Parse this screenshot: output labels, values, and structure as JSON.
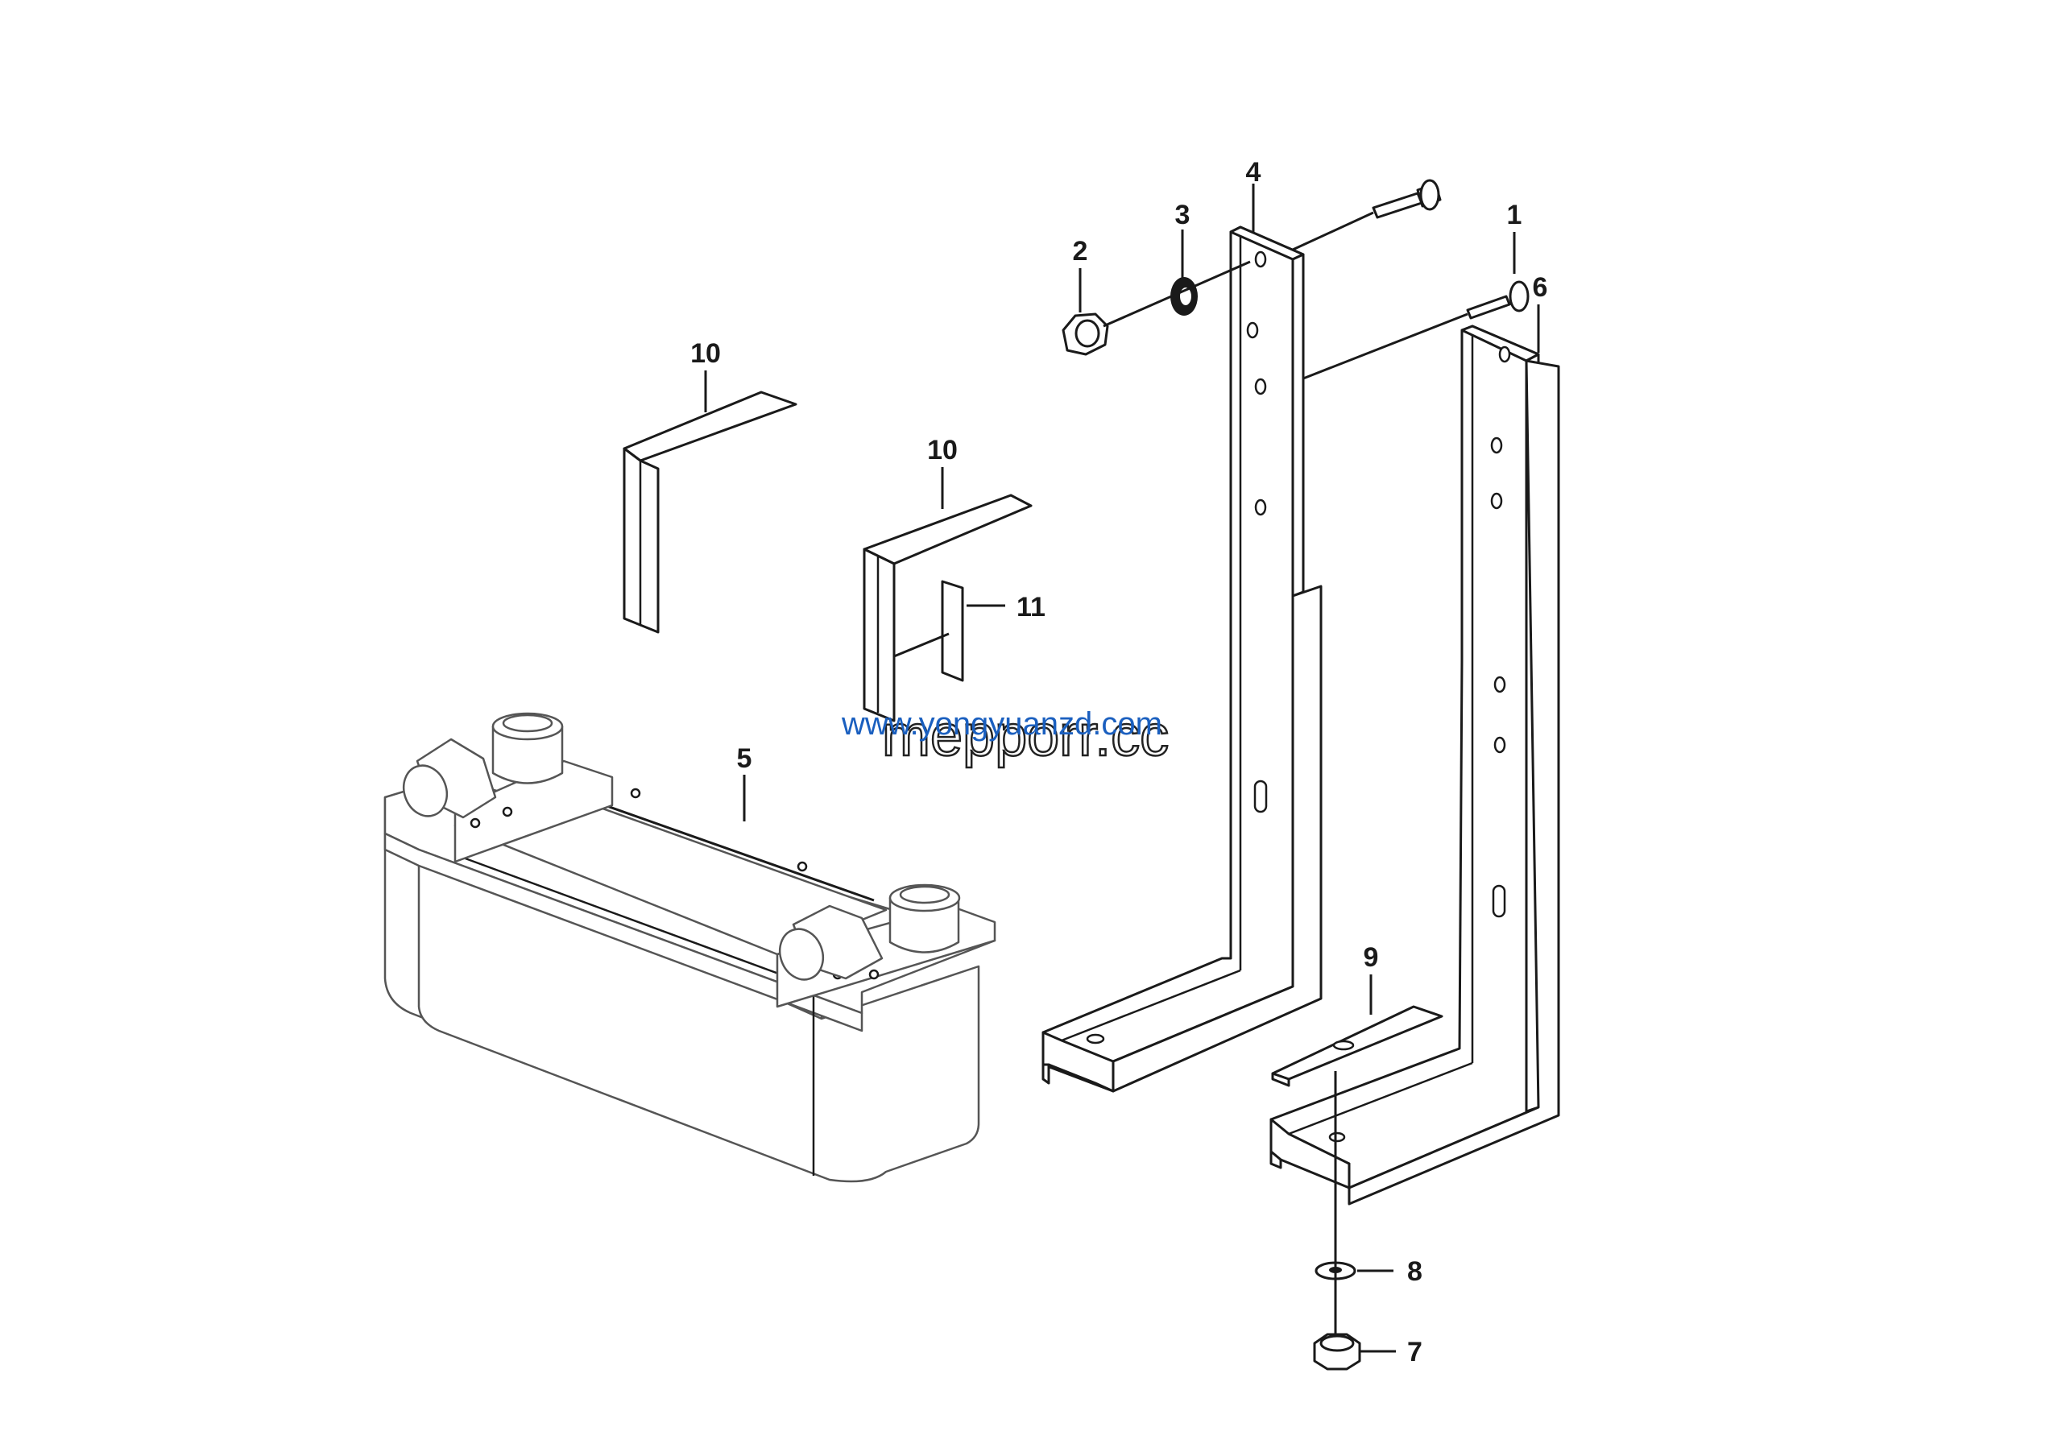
{
  "diagram": {
    "callouts": [
      {
        "id": "1",
        "label": "1"
      },
      {
        "id": "2",
        "label": "2"
      },
      {
        "id": "3",
        "label": "3"
      },
      {
        "id": "4",
        "label": "4"
      },
      {
        "id": "5",
        "label": "5"
      },
      {
        "id": "6",
        "label": "6"
      },
      {
        "id": "7",
        "label": "7"
      },
      {
        "id": "8",
        "label": "8"
      },
      {
        "id": "9",
        "label": "9"
      },
      {
        "id": "10a",
        "label": "10"
      },
      {
        "id": "10b",
        "label": "10"
      },
      {
        "id": "11",
        "label": "11"
      }
    ]
  },
  "watermark": {
    "line1": "www.yongyuanzd.com",
    "line2": "mepporr.cc"
  },
  "colors": {
    "line": "#1a1a1a",
    "cooler_outline": "#555555",
    "watermark_blue": "#1a5fbf",
    "background": "#ffffff"
  }
}
